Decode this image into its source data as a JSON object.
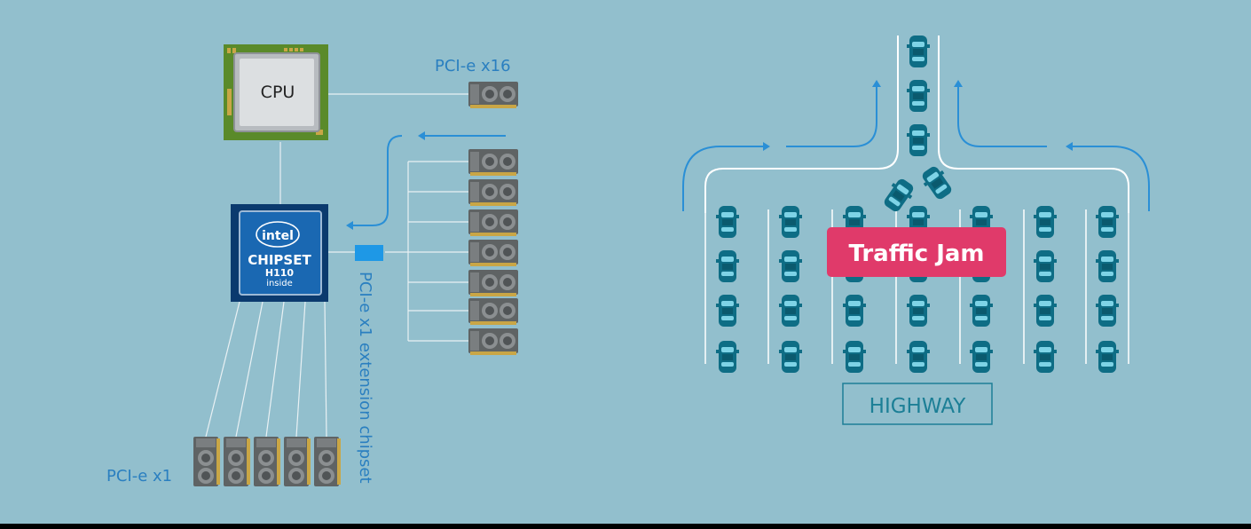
{
  "cpu": {
    "label": "CPU"
  },
  "chipset": {
    "brand": "intel",
    "line1": "CHIPSET",
    "line2": "H110",
    "line3": "inside"
  },
  "labels": {
    "pcie_x16": "PCI-e x16",
    "pcie_x1": "PCI-e x1",
    "extension": "PCI-e x1 extension chipset"
  },
  "traffic": {
    "jam": "Traffic Jam",
    "highway": "HIGHWAY"
  },
  "colors": {
    "background": "#92bfcd",
    "line": "#e9f1f4",
    "arrow": "#2a8fd6",
    "label": "#2a7fc0",
    "car": "#0e6d85",
    "jam_bg": "#e03a6a",
    "highway_text": "#1c7f96"
  }
}
